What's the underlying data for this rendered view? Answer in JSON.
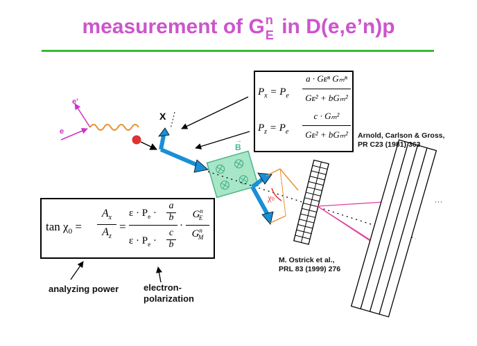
{
  "title": {
    "prefix": "measurement of G",
    "sup": "n",
    "sub": "E",
    "suffix": " in D(",
    "e_vec": "e",
    "comma": ",e’",
    "n_vec": "n",
    "end": ")p"
  },
  "labels": {
    "x_axis": "X",
    "b_field": "B",
    "e_prime": "e'",
    "e": "e",
    "chi0": "χ",
    "chi0_sub": "0"
  },
  "formulas": {
    "px_lhs": "P",
    "px_lhs_sub": "x",
    "px_eq": "= P",
    "px_eq_sub": "e",
    "pz_lhs": "P",
    "pz_lhs_sub": "z",
    "pz_eq": "= P",
    "pz_eq_sub": "e",
    "px_num": "a · Gᴇⁿ Gₘⁿ",
    "px_den": "Gᴇ² + bGₘ²",
    "pz_num": "c · Gₘ²",
    "pz_den": "Gᴇ² + bGₘ²",
    "tan_lhs": "tan χ",
    "tan_lhs_sub": "0",
    "eq": "=",
    "ax": "A",
    "ax_sub": "x",
    "az": "A",
    "az_sub": "z",
    "eps_top": "ε · P",
    "eps_top_sub": "e",
    "frac_a": "a",
    "frac_b": "b",
    "eps_bot": "ε · P",
    "eps_bot_sub": "e",
    "frac_c": "c",
    "frac_b2": "b",
    "ge": "G",
    "ge_sup": "n",
    "ge_sub": "E",
    "gm": "G",
    "gm_sup": "n",
    "gm_sub": "M",
    "dot": "·"
  },
  "references": {
    "arnold_line1": "Arnold, Carlson & Gross,",
    "arnold_line2": "PR C23 (1981) 363",
    "ostrick_line1": "M. Ostrick et al.,",
    "ostrick_line2": "PRL 83 (1999) 276"
  },
  "captions": {
    "analyzing_power": "analyzing power",
    "electron_line1": "electron-",
    "electron_line2": "polarization"
  },
  "colors": {
    "title": "#cc55cc",
    "rule": "#33bb33",
    "arrow_blue": "#1a8fd6",
    "magenta": "#cc33cc",
    "target_green": "#7fd4a8",
    "red_dot": "#e03030",
    "orange": "#e89030"
  }
}
